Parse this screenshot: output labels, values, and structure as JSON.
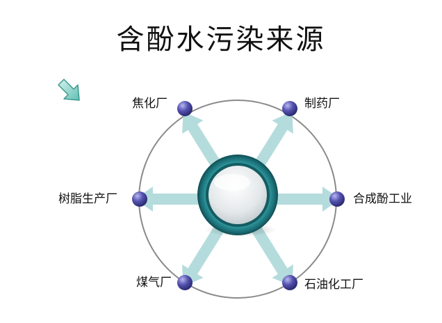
{
  "title": "含酚水污染来源",
  "center": {
    "label": ""
  },
  "sources": [
    {
      "label": "焦化厂"
    },
    {
      "label": "制药厂"
    },
    {
      "label": "树脂生产厂"
    },
    {
      "label": "合成酚工业"
    },
    {
      "label": "煤气厂"
    },
    {
      "label": "石油化工厂"
    }
  ],
  "colors": {
    "ring": "#8a8a8a",
    "arrow": "#a9d6d8",
    "node": "#4c4aa0",
    "hub_ring": "#1f7f86",
    "pointer": "#7fd0c8"
  },
  "icons": {
    "pointer": "arrow-down-right-icon"
  }
}
